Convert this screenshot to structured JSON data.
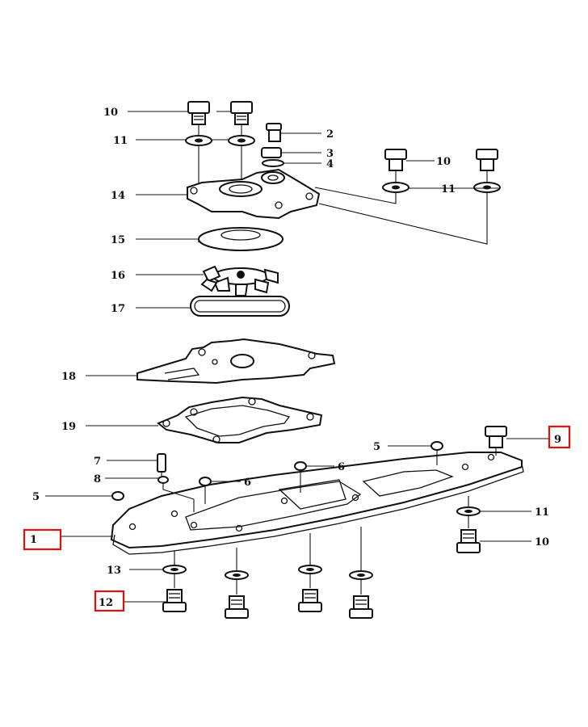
{
  "diagram": {
    "labels": {
      "l10a": "10",
      "l11a": "11",
      "l2": "2",
      "l3": "3",
      "l4": "4",
      "l10b": "10",
      "l11b": "11",
      "l14": "14",
      "l15": "15",
      "l16": "16",
      "l17": "17",
      "l18": "18",
      "l19": "19",
      "l5a": "5",
      "l9": "9",
      "l7": "7",
      "l6a": "6",
      "l8": "8",
      "l6b": "6",
      "l5b": "5",
      "l11c": "11",
      "l1": "1",
      "l10c": "10",
      "l13": "13",
      "l12": "12"
    },
    "highlighted_labels": [
      "9",
      "1",
      "12"
    ],
    "highlight_color": "#e01010"
  }
}
